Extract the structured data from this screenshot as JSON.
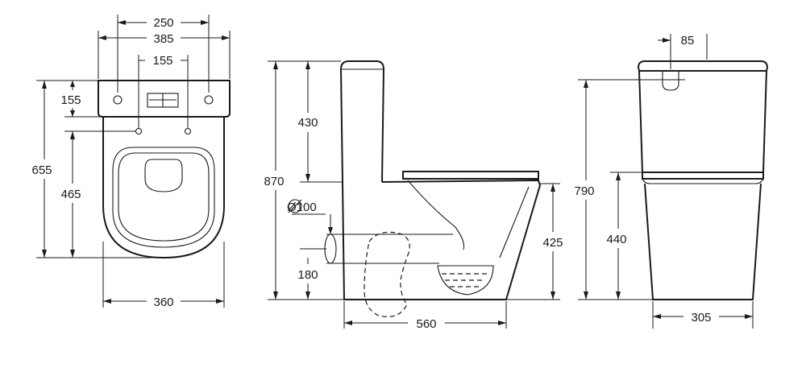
{
  "front_view": {
    "top_width_inner": "250",
    "top_width_outer": "385",
    "inlet_spacing": "155",
    "tank_offset": "155",
    "total_depth": "655",
    "seat_depth": "465",
    "base_width": "360"
  },
  "side_view": {
    "cistern_height": "430",
    "total_height": "870",
    "outlet_diameter": "Ø100",
    "outlet_height": "180",
    "bowl_height": "425",
    "length": "560"
  },
  "rear_view": {
    "inlet_offset": "85",
    "total_height": "790",
    "bowl_height": "440",
    "base_width": "305"
  }
}
